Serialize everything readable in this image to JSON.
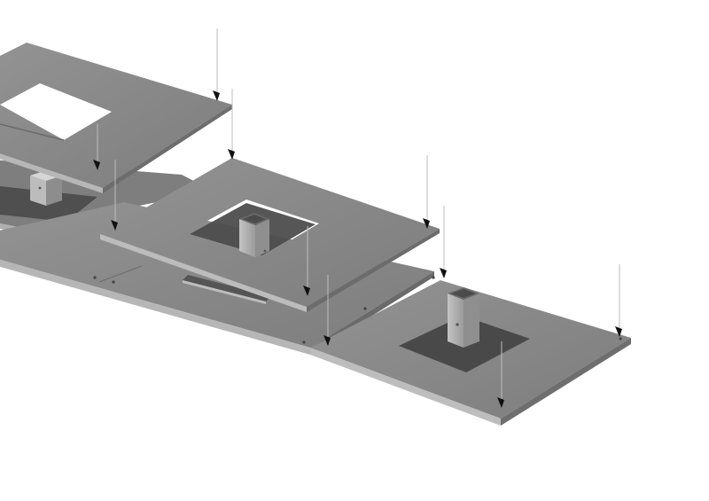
{
  "diagram": {
    "type": "exploded-assembly-illustration",
    "colors": {
      "background": "#ffffff",
      "plate_top": "#8c8c8c",
      "plate_top_dark": "#6f6f6f",
      "plate_edge": "#b4b4b4",
      "plate_edge_dark": "#5a5a5a",
      "recess": "#4a4a4a",
      "post_light": "#b9b9b9",
      "post_dark": "#8a8a8a",
      "arrow": "#111111",
      "leader_line": "#bdbdbd"
    },
    "components": [
      {
        "name": "floating-frame-plate-left",
        "role": "cover plate with square opening"
      },
      {
        "name": "floating-frame-plate-middle",
        "role": "cover plate with square opening"
      },
      {
        "name": "base-plate-left",
        "role": "base plate with post"
      },
      {
        "name": "base-plate-middle",
        "role": "base plate with slot"
      },
      {
        "name": "base-plate-right",
        "role": "base plate with post"
      },
      {
        "name": "post-left",
        "role": "square tube post"
      },
      {
        "name": "post-middle",
        "role": "square tube post"
      },
      {
        "name": "post-right",
        "role": "square tube post"
      }
    ],
    "arrow_direction": "down"
  }
}
